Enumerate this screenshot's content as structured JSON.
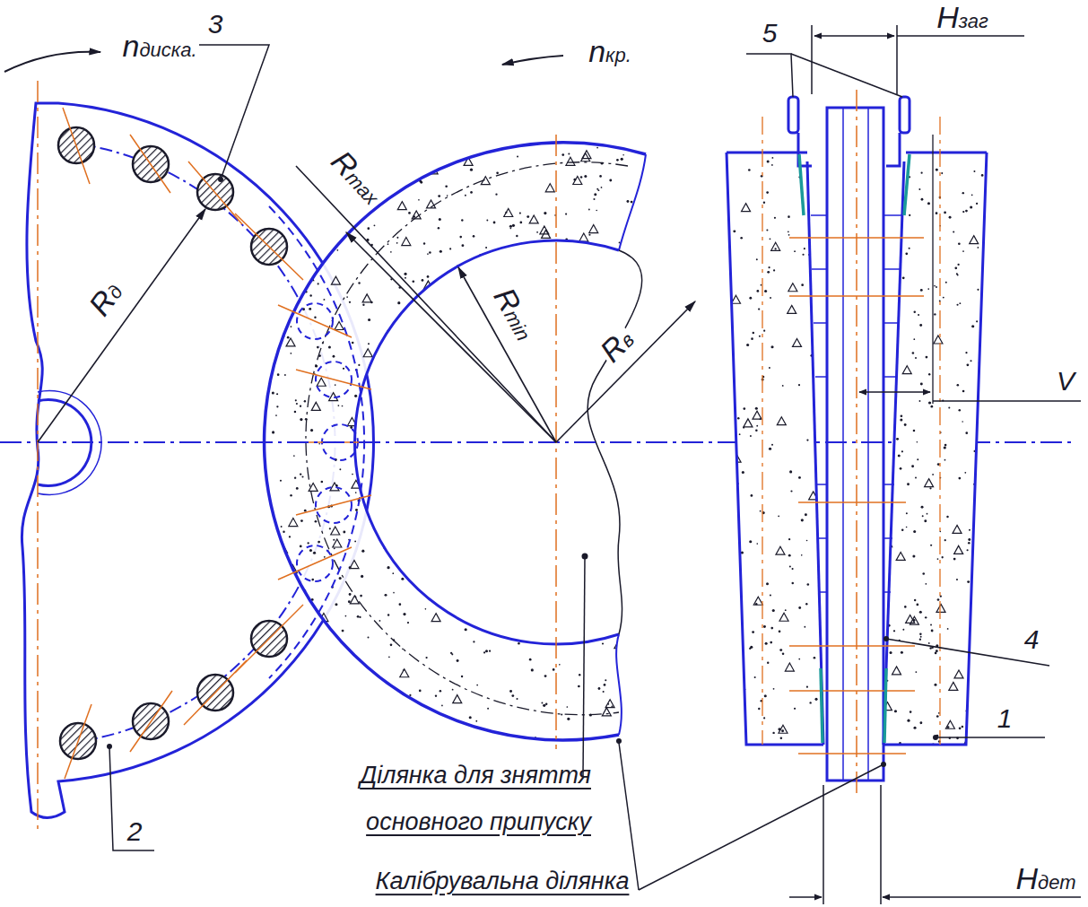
{
  "diagram": {
    "labels": [
      "nдиска.",
      "3",
      "Rmax",
      "nкр.",
      "Rmin",
      "Rв",
      "Rд",
      "5",
      "Hзаг",
      "V",
      "4",
      "1",
      "2",
      "Ділянка для зняття основного припуску",
      "Калібрувальна ділянка",
      "Hдет"
    ]
  }
}
